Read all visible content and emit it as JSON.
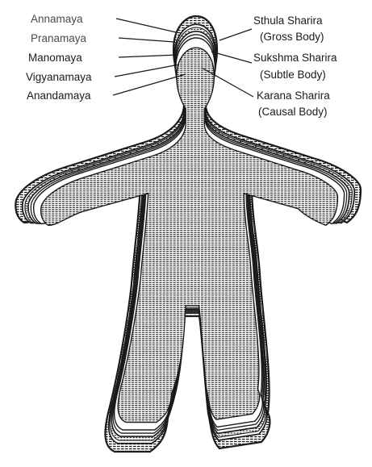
{
  "diagram": {
    "left_labels": [
      {
        "key": "annamaya",
        "text": "Annamaya"
      },
      {
        "key": "pranamaya",
        "text": "Pranamaya"
      },
      {
        "key": "manomaya",
        "text": "Manomaya"
      },
      {
        "key": "vigyanamaya",
        "text": "Vigyanamaya"
      },
      {
        "key": "anandamaya",
        "text": "Anandamaya"
      }
    ],
    "right_labels": [
      {
        "key": "sthula",
        "line1": "Sthula Sharira",
        "line2": "(Gross Body)"
      },
      {
        "key": "sukshma",
        "line1": "Sukshma Sharira",
        "line2": "(Subtle Body)"
      },
      {
        "key": "karana",
        "line1": "Karana Sharira",
        "line2": "(Causal Body)"
      }
    ],
    "colors": {
      "ink": "#1a1a1a",
      "paper": "#ffffff"
    }
  }
}
